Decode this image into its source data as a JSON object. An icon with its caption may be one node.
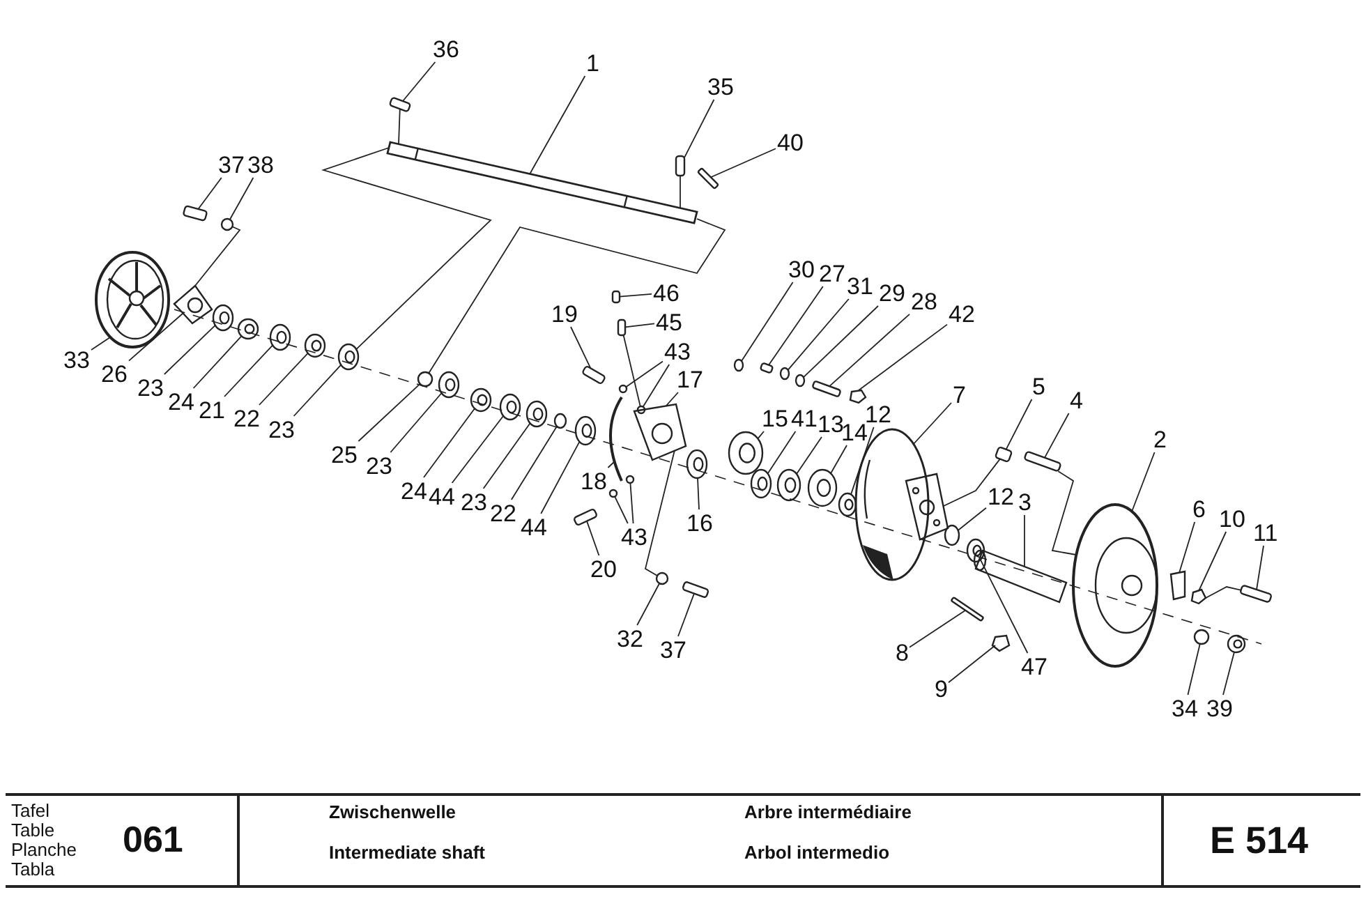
{
  "diagram": {
    "nodes": [
      {
        "text": [
          "36"
        ]
      },
      {
        "text": [
          "1"
        ]
      },
      {
        "text": [
          "35"
        ]
      },
      {
        "text": [
          "40"
        ]
      },
      {
        "text": [
          "37"
        ]
      },
      {
        "text": [
          "38"
        ]
      },
      {
        "text": [
          "33"
        ]
      },
      {
        "text": [
          "26"
        ]
      },
      {
        "text": [
          "23"
        ]
      },
      {
        "text": [
          "24"
        ]
      },
      {
        "text": [
          "21"
        ]
      },
      {
        "text": [
          "22"
        ]
      },
      {
        "text": [
          "23"
        ]
      },
      {
        "text": [
          "46"
        ]
      },
      {
        "text": [
          "45"
        ]
      },
      {
        "text": [
          "19"
        ]
      },
      {
        "text": [
          "43"
        ]
      },
      {
        "text": [
          "17"
        ]
      },
      {
        "text": [
          "30"
        ]
      },
      {
        "text": [
          "27"
        ]
      },
      {
        "text": [
          "31"
        ]
      },
      {
        "text": [
          "29"
        ]
      },
      {
        "text": [
          "28"
        ]
      },
      {
        "text": [
          "42"
        ]
      },
      {
        "text": [
          "7"
        ]
      },
      {
        "text": [
          "5"
        ]
      },
      {
        "text": [
          "4"
        ]
      },
      {
        "text": [
          "2"
        ]
      },
      {
        "text": [
          "15"
        ]
      },
      {
        "text": [
          "41"
        ]
      },
      {
        "text": [
          "13"
        ]
      },
      {
        "text": [
          "14"
        ]
      },
      {
        "text": [
          "12"
        ]
      },
      {
        "text": [
          "25"
        ]
      },
      {
        "text": [
          "23"
        ]
      },
      {
        "text": [
          "24"
        ]
      },
      {
        "text": [
          "44"
        ]
      },
      {
        "text": [
          "23"
        ]
      },
      {
        "text": [
          "22"
        ]
      },
      {
        "text": [
          "44"
        ]
      },
      {
        "text": [
          "18"
        ]
      },
      {
        "text": [
          "12"
        ]
      },
      {
        "text": [
          "3"
        ]
      },
      {
        "text": [
          "6"
        ]
      },
      {
        "text": [
          "10"
        ]
      },
      {
        "text": [
          "11"
        ]
      },
      {
        "text": [
          "16"
        ]
      },
      {
        "text": [
          "43"
        ]
      },
      {
        "text": [
          "20"
        ]
      },
      {
        "text": [
          "32"
        ]
      },
      {
        "text": [
          "37"
        ]
      },
      {
        "text": [
          "8"
        ]
      },
      {
        "text": [
          "47"
        ]
      },
      {
        "text": [
          "9"
        ]
      },
      {
        "text": [
          "34"
        ]
      },
      {
        "text": [
          "39"
        ]
      },
      {
        "text": [],
        "shape": "bar"
      },
      {
        "text": [],
        "shape": "picture"
      },
      {
        "text": [],
        "shape": "bar"
      },
      {
        "text": [],
        "shape": "bar"
      },
      {
        "text": [],
        "shape": "bar"
      },
      {
        "text": [],
        "shape": "circle"
      },
      {
        "text": [],
        "shape": "picture"
      },
      {
        "text": [],
        "shape": "picture"
      },
      {
        "text": [],
        "shape": "circle"
      },
      {
        "text": [],
        "shape": "circle"
      },
      {
        "text": [],
        "shape": "circle"
      },
      {
        "text": [],
        "shape": "circle"
      },
      {
        "text": [],
        "shape": "circle"
      },
      {
        "text": [],
        "shape": "bar"
      },
      {
        "text": [],
        "shape": "bar"
      },
      {
        "text": [],
        "shape": "bar"
      },
      {
        "text": [],
        "shape": "circle"
      },
      {
        "text": [],
        "shape": "circle"
      },
      {
        "text": [],
        "shape": "picture"
      },
      {
        "text": [],
        "shape": "circle"
      },
      {
        "text": [],
        "shape": "bar"
      },
      {
        "text": [],
        "shape": "circle"
      },
      {
        "text": [],
        "shape": "circle"
      },
      {
        "text": [],
        "shape": "bar"
      },
      {
        "text": [],
        "shape": "picture"
      },
      {
        "text": [],
        "shape": "picture"
      },
      {
        "text": [],
        "shape": "bar"
      },
      {
        "text": [],
        "shape": "bar"
      },
      {
        "text": [],
        "shape": "picture"
      },
      {
        "text": [],
        "shape": "circle"
      },
      {
        "text": [],
        "shape": "circle"
      },
      {
        "text": [],
        "shape": "circle"
      },
      {
        "text": [],
        "shape": "circle"
      },
      {
        "text": [],
        "shape": "circle"
      },
      {
        "text": [],
        "shape": "circle"
      },
      {
        "text": [],
        "shape": "circle"
      },
      {
        "text": [],
        "shape": "circle"
      },
      {
        "text": [],
        "shape": "circle"
      },
      {
        "text": [],
        "shape": "circle"
      },
      {
        "text": [],
        "shape": "circle"
      },
      {
        "text": [],
        "shape": "circle"
      },
      {
        "text": [],
        "shape": "picture"
      },
      {
        "text": [],
        "shape": "circle"
      },
      {
        "text": [],
        "shape": "picture"
      },
      {
        "text": [],
        "shape": "picture"
      },
      {
        "text": [],
        "shape": "picture"
      },
      {
        "text": [],
        "shape": "bar"
      },
      {
        "text": [],
        "shape": "circle"
      },
      {
        "text": [],
        "shape": "circle"
      },
      {
        "text": [],
        "shape": "circle"
      },
      {
        "text": [],
        "shape": "bar"
      },
      {
        "text": [],
        "shape": "circle"
      },
      {
        "text": [],
        "shape": "bar"
      },
      {
        "text": [],
        "shape": "bar"
      },
      {
        "text": [],
        "shape": "circle"
      },
      {
        "text": [],
        "shape": "picture"
      },
      {
        "text": [],
        "shape": "circle"
      },
      {
        "text": [],
        "shape": "circle"
      }
    ],
    "edges": [
      {
        "from": 0,
        "to": 56,
        "arrow": "none"
      },
      {
        "from": 1,
        "to": 57,
        "arrow": "none"
      },
      {
        "from": 2,
        "to": 58,
        "arrow": "none"
      },
      {
        "from": 3,
        "to": 59,
        "arrow": "none"
      },
      {
        "from": 4,
        "to": 60,
        "arrow": "none"
      },
      {
        "from": 5,
        "to": 61,
        "arrow": "none"
      },
      {
        "from": 6,
        "to": 62,
        "arrow": "none"
      },
      {
        "from": 7,
        "to": 63,
        "arrow": "none"
      },
      {
        "from": 8,
        "to": 64,
        "arrow": "none"
      },
      {
        "from": 9,
        "to": 65,
        "arrow": "none"
      },
      {
        "from": 10,
        "to": 66,
        "arrow": "none"
      },
      {
        "from": 11,
        "to": 67,
        "arrow": "none"
      },
      {
        "from": 12,
        "to": 68,
        "arrow": "none"
      },
      {
        "from": 13,
        "to": 69,
        "arrow": "none"
      },
      {
        "from": 14,
        "to": 70,
        "arrow": "none"
      },
      {
        "from": 15,
        "to": 71,
        "arrow": "none"
      },
      {
        "from": 16,
        "to": 72,
        "arrow": "none"
      },
      {
        "from": 16,
        "to": 73,
        "arrow": "none"
      },
      {
        "from": 17,
        "to": 74,
        "arrow": "none"
      },
      {
        "from": 18,
        "to": 75,
        "arrow": "none"
      },
      {
        "from": 19,
        "to": 76,
        "arrow": "none"
      },
      {
        "from": 20,
        "to": 77,
        "arrow": "none"
      },
      {
        "from": 21,
        "to": 78,
        "arrow": "none"
      },
      {
        "from": 22,
        "to": 79,
        "arrow": "none"
      },
      {
        "from": 23,
        "to": 80,
        "arrow": "none"
      },
      {
        "from": 24,
        "to": 81,
        "arrow": "none"
      },
      {
        "from": 25,
        "to": 82,
        "arrow": "none"
      },
      {
        "from": 26,
        "to": 83,
        "arrow": "none"
      },
      {
        "from": 27,
        "to": 84,
        "arrow": "none"
      },
      {
        "from": 28,
        "to": 85,
        "arrow": "none"
      },
      {
        "from": 29,
        "to": 86,
        "arrow": "none"
      },
      {
        "from": 30,
        "to": 87,
        "arrow": "none"
      },
      {
        "from": 31,
        "to": 88,
        "arrow": "none"
      },
      {
        "from": 32,
        "to": 89,
        "arrow": "none"
      },
      {
        "from": 33,
        "to": 90,
        "arrow": "none"
      },
      {
        "from": 34,
        "to": 91,
        "arrow": "none"
      },
      {
        "from": 35,
        "to": 92,
        "arrow": "none"
      },
      {
        "from": 36,
        "to": 93,
        "arrow": "none"
      },
      {
        "from": 37,
        "to": 94,
        "arrow": "none"
      },
      {
        "from": 38,
        "to": 95,
        "arrow": "none"
      },
      {
        "from": 39,
        "to": 96,
        "arrow": "none"
      },
      {
        "from": 40,
        "to": 97,
        "arrow": "none"
      },
      {
        "from": 41,
        "to": 98,
        "arrow": "none"
      },
      {
        "from": 42,
        "to": 99,
        "arrow": "none"
      },
      {
        "from": 43,
        "to": 100,
        "arrow": "none"
      },
      {
        "from": 44,
        "to": 101,
        "arrow": "none"
      },
      {
        "from": 45,
        "to": 102,
        "arrow": "none"
      },
      {
        "from": 46,
        "to": 103,
        "arrow": "none"
      },
      {
        "from": 47,
        "to": 104,
        "arrow": "none"
      },
      {
        "from": 47,
        "to": 105,
        "arrow": "none"
      },
      {
        "from": 48,
        "to": 106,
        "arrow": "none"
      },
      {
        "from": 49,
        "to": 107,
        "arrow": "none"
      },
      {
        "from": 50,
        "to": 108,
        "arrow": "none"
      },
      {
        "from": 51,
        "to": 109,
        "arrow": "none"
      },
      {
        "from": 52,
        "to": 110,
        "arrow": "none"
      },
      {
        "from": 53,
        "to": 111,
        "arrow": "none"
      },
      {
        "from": 54,
        "to": 112,
        "arrow": "none"
      },
      {
        "from": 55,
        "to": 113,
        "arrow": "none"
      },
      {
        "from": 56,
        "to": 57,
        "arrow": "none"
      },
      {
        "from": 58,
        "to": 57,
        "arrow": "none"
      },
      {
        "from": 57,
        "to": 68,
        "arrow": "none"
      },
      {
        "from": 57,
        "to": 90,
        "arrow": "none"
      },
      {
        "from": 61,
        "to": 63,
        "arrow": "none"
      },
      {
        "from": 70,
        "to": 73,
        "arrow": "none"
      },
      {
        "from": 74,
        "to": 107,
        "arrow": "none"
      },
      {
        "from": 82,
        "to": 81,
        "arrow": "none"
      },
      {
        "from": 83,
        "to": 84,
        "arrow": "none"
      },
      {
        "from": 101,
        "to": 102,
        "arrow": "none"
      }
    ],
    "labels": [
      "Tafel",
      "Table",
      "Planche",
      "Tabla",
      "061",
      "Zwischenwelle",
      "Arbre intermédiaire",
      "Intermediate shaft",
      "Arbol intermedio",
      "E 514"
    ]
  }
}
